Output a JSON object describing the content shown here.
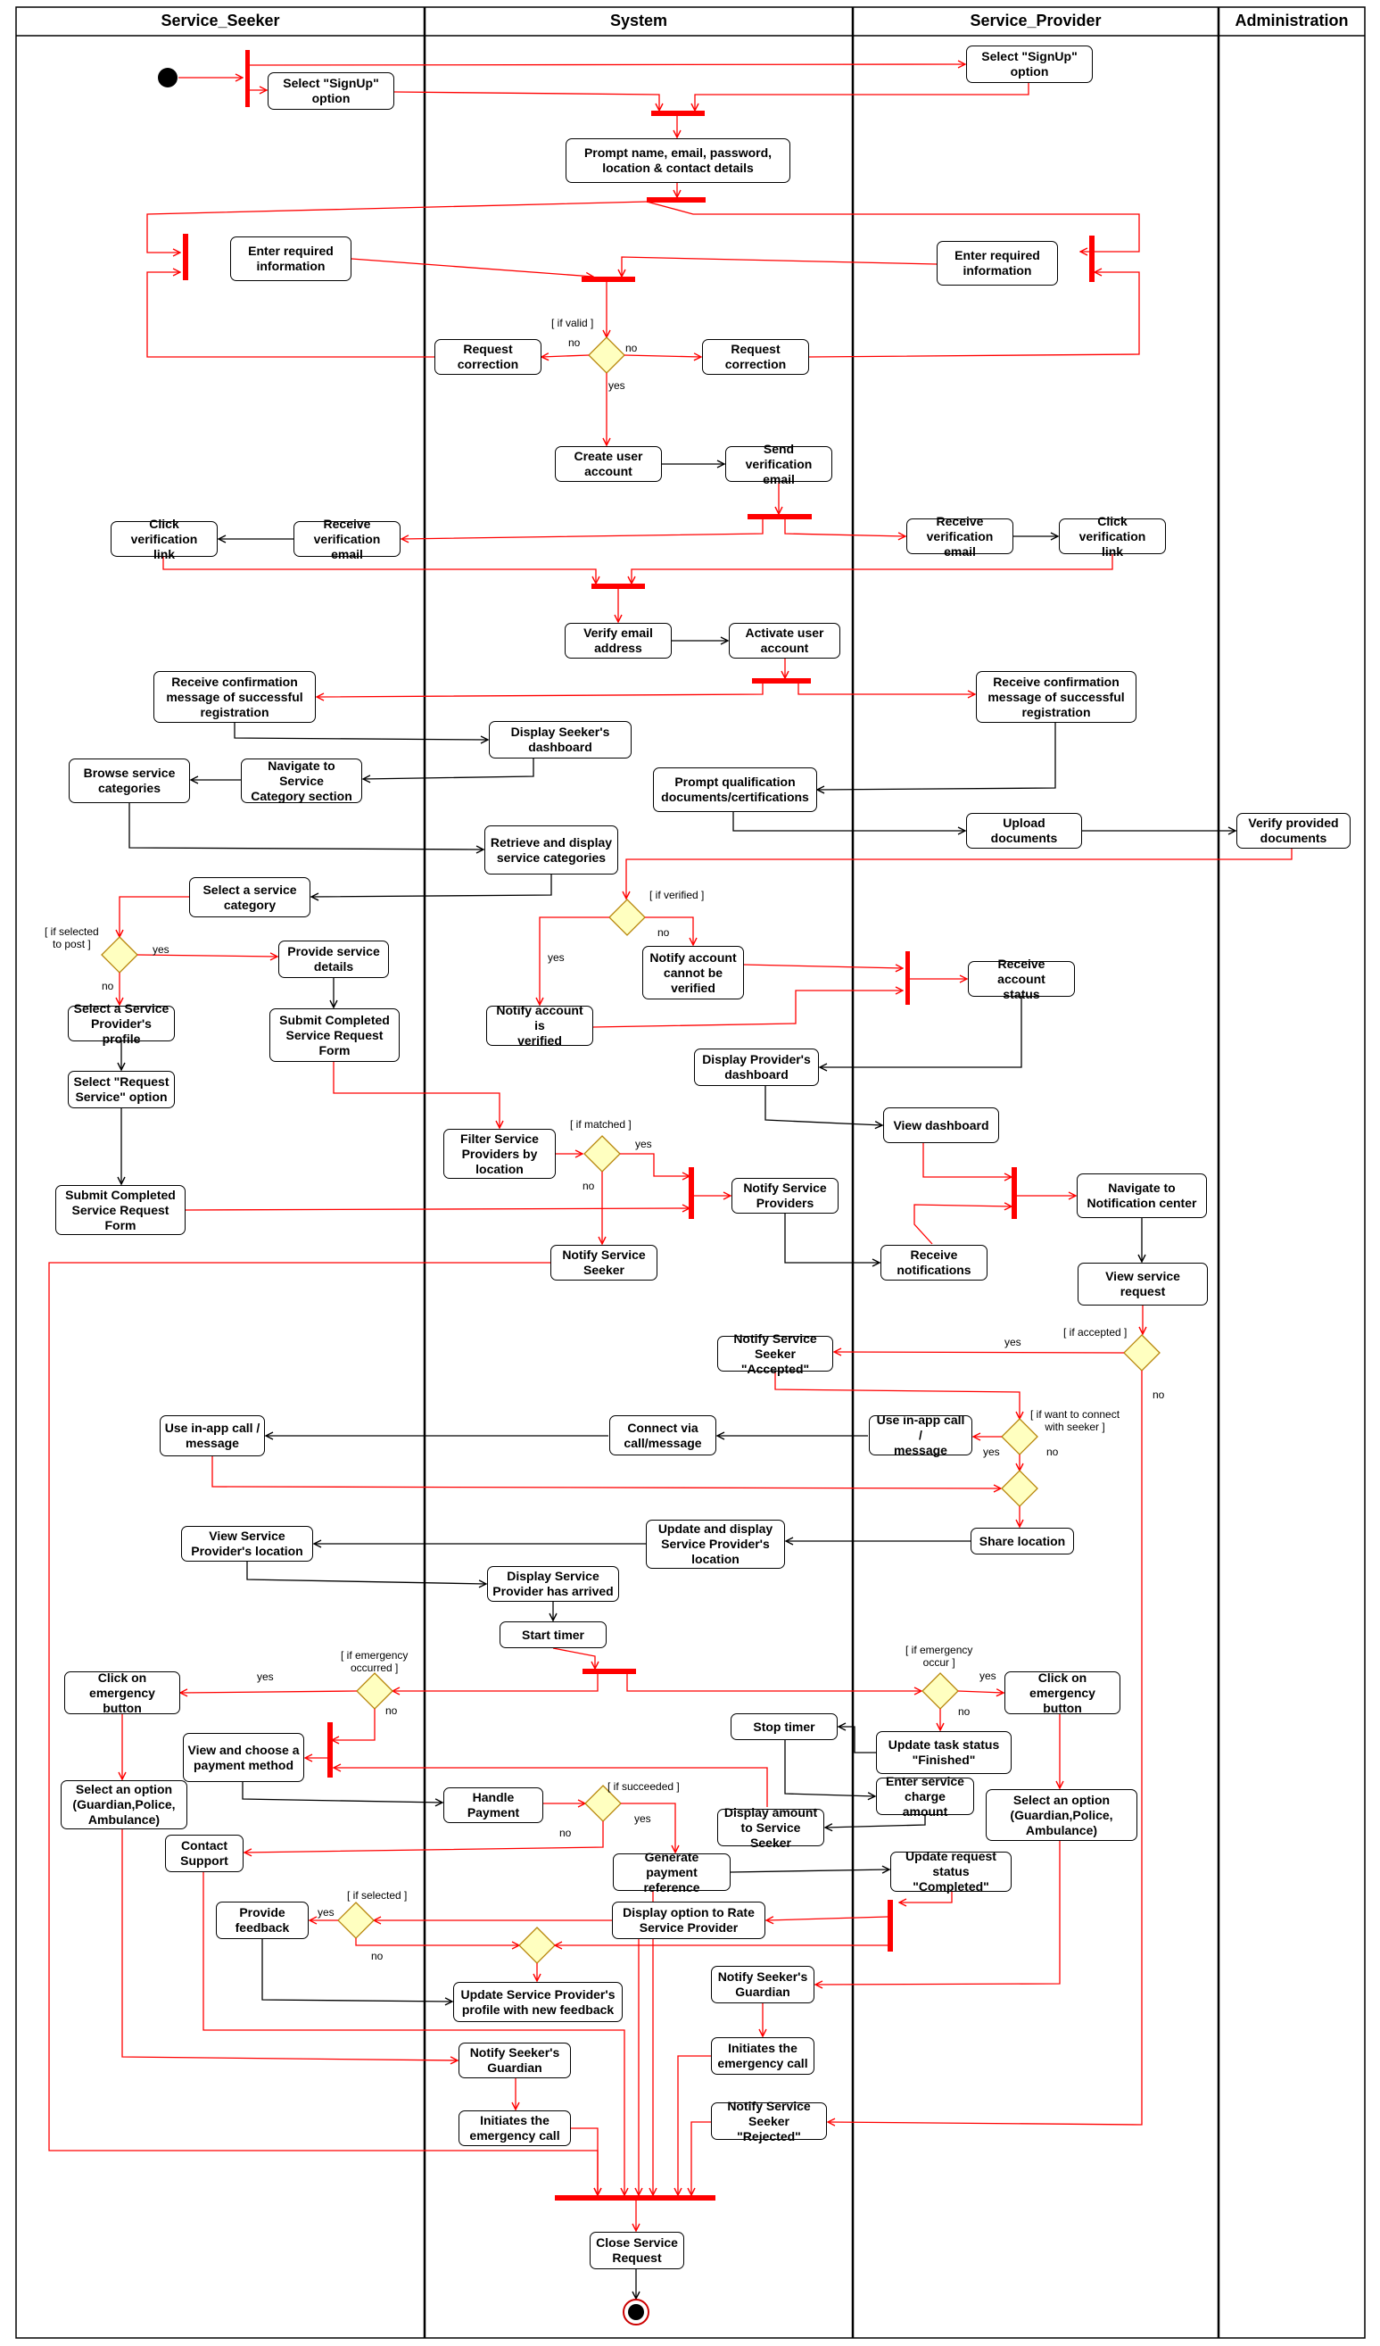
{
  "lanes": [
    "Service_Seeker",
    "System",
    "Service_Provider",
    "Administration"
  ],
  "nodes": {
    "seeker_signup": "Select \"SignUp\"\noption",
    "provider_signup": "Select \"SignUp\"\noption",
    "prompt_details": "Prompt name, email, password,\nlocation & contact details",
    "seeker_enter_info": "Enter required\ninformation",
    "provider_enter_info": "Enter required\ninformation",
    "request_correction_seeker": "Request\ncorrection",
    "request_correction_provider": "Request\ncorrection",
    "create_account": "Create user\naccount",
    "send_verification": "Send verification\nemail",
    "seeker_receive_email": "Receive\nverification email",
    "seeker_click_link": "Click verification\nlink",
    "provider_receive_email": "Receive\nverification email",
    "provider_click_link": "Click verification\nlink",
    "verify_email": "Verify email\naddress",
    "activate_account": "Activate user\naccount",
    "seeker_confirmation": "Receive confirmation\nmessage of successful\nregistration",
    "provider_confirmation": "Receive confirmation\nmessage of successful\nregistration",
    "seeker_dashboard": "Display Seeker's\ndashboard",
    "browse_categories": "Browse service\ncategories",
    "navigate_category": "Navigate to Service\nCategory section",
    "prompt_qualification": "Prompt qualification\ndocuments/certifications",
    "upload_documents": "Upload\ndocuments",
    "verify_documents": "Verify provided\ndocuments",
    "retrieve_categories": "Retrieve and display\nservice categories",
    "select_category": "Select a service\ncategory",
    "provide_details": "Provide service\ndetails",
    "notify_not_verified": "Notify account\ncannot be\nverified",
    "receive_status": "Receive account\nstatus",
    "select_profile": "Select a Service\nProvider's profile",
    "submit_form_1": "Submit Completed\nService Request\nForm",
    "notify_verified": "Notify account is\nverified",
    "provider_dashboard": "Display Provider's\ndashboard",
    "select_request_service": "Select \"Request\nService\" option",
    "view_dashboard": "View dashboard",
    "filter_providers": "Filter Service\nProviders by\nlocation",
    "notify_providers": "Notify Service\nProviders",
    "navigate_notification": "Navigate to\nNotification center",
    "submit_form_2": "Submit Completed\nService Request\nForm",
    "notify_seeker": "Notify Service\nSeeker",
    "receive_notifications": "Receive\nnotifications",
    "view_service_request": "View service request",
    "notify_accepted": "Notify Service\nSeeker \"Accepted\"",
    "seeker_inapp": "Use in-app call /\nmessage",
    "connect_call": "Connect via\ncall/message",
    "provider_inapp": "Use in-app call /\nmessage",
    "view_location": "View Service\nProvider's location",
    "update_location": "Update and display\nService Provider's\nlocation",
    "share_location": "Share location",
    "provider_arrived": "Display Service\nProvider has arrived",
    "start_timer": "Start timer",
    "seeker_emergency": "Click on\nemergency button",
    "provider_emergency": "Click on\nemergency button",
    "stop_timer": "Stop timer",
    "view_payment": "View and choose a\npayment method",
    "update_finished": "Update task status\n\"Finished\"",
    "seeker_select_option": "Select an option\n(Guardian,Police,\nAmbulance)",
    "handle_payment": "Handle\nPayment",
    "enter_charge": "Enter service\ncharge amount",
    "display_amount": "Display amount\nto Service Seeker",
    "provider_select_option": "Select an option\n(Guardian,Police,\nAmbulance)",
    "contact_support": "Contact\nSupport",
    "generate_reference": "Generate payment\nreference",
    "update_completed": "Update request\nstatus \"Completed\"",
    "provide_feedback": "Provide\nfeedback",
    "rate_option": "Display option to Rate\nService Provider",
    "notify_guardian_provider": "Notify Seeker's\nGuardian",
    "update_profile": "Update Service Provider's\nprofile with new feedback",
    "initiate_call_provider": "Initiates the\nemergency call",
    "notify_guardian_seeker": "Notify Seeker's\nGuardian",
    "notify_rejected": "Notify Service\nSeeker \"Rejected\"",
    "initiate_call_seeker": "Initiates the\nemergency call",
    "close_request": "Close Service\nRequest"
  },
  "labels": {
    "if_valid": "[ if valid ]",
    "valid_no_left": "no",
    "valid_no_right": "no",
    "valid_yes": "yes",
    "if_selected_post": "[ if selected\nto post ]",
    "post_yes": "yes",
    "post_no": "no",
    "if_verified": "[ if verified ]",
    "verified_no": "no",
    "verified_yes": "yes",
    "if_matched": "[ if matched ]",
    "matched_yes": "yes",
    "matched_no": "no",
    "if_accepted": "[ if accepted ]",
    "accepted_yes": "yes",
    "accepted_no": "no",
    "if_connect": "[ if want to connect\nwith seeker ]",
    "connect_yes": "yes",
    "connect_no": "no",
    "if_emergency_seeker": "[ if emergency\noccurred ]",
    "emergency_seeker_yes": "yes",
    "emergency_seeker_no": "no",
    "if_emergency_provider": "[ if emergency\noccur ]",
    "emergency_provider_yes": "yes",
    "emergency_provider_no": "no",
    "if_succeeded": "[ if succeeded ]",
    "succeeded_no": "no",
    "succeeded_yes": "yes",
    "if_selected": "[ if selected ]",
    "selected_yes": "yes",
    "selected_no": "no"
  },
  "colors": {
    "flow": "#ff0000",
    "bar": "#ff0000",
    "decision_fill": "#ffffc0",
    "decision_stroke": "#b8860b",
    "plain_arrow": "#000000"
  }
}
